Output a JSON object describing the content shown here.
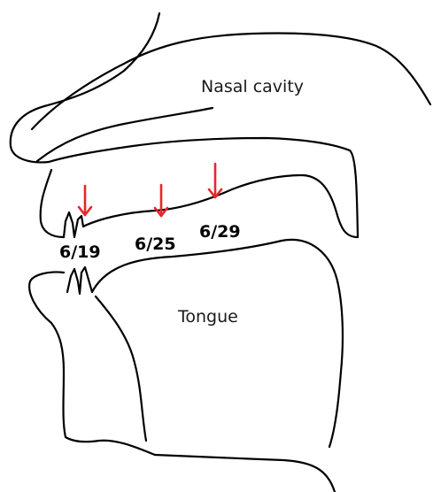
{
  "labels": {
    "nasal_cavity": "Nasal cavity",
    "tongue": "Tongue"
  },
  "markers": [
    {
      "date": "6/19"
    },
    {
      "date": "6/25"
    },
    {
      "date": "6/29"
    }
  ],
  "colors": {
    "outline": "#000000",
    "arrow": "#e8262b",
    "background": "#ffffff"
  }
}
